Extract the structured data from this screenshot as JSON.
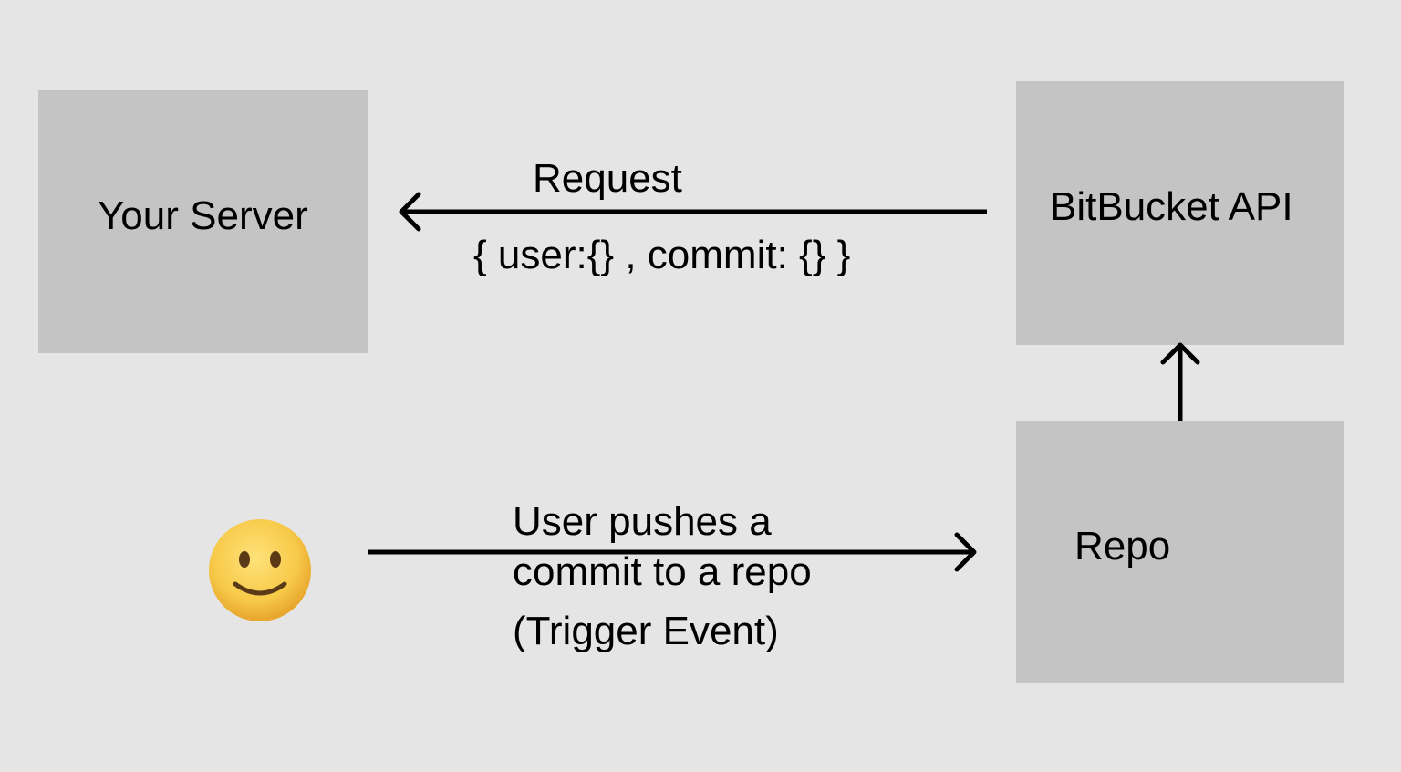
{
  "nodes": {
    "server": {
      "label": "Your Server"
    },
    "api": {
      "label": "BitBucket API"
    },
    "repo": {
      "label": "Repo"
    }
  },
  "edges": {
    "request": {
      "label": "Request",
      "payload": "{ user:{} , commit: {} }"
    },
    "push": {
      "line1": "User pushes a",
      "line2": "commit to a repo",
      "line3": "(Trigger Event)"
    }
  },
  "actor": {
    "icon": "smiling-face-icon"
  },
  "colors": {
    "background": "#e5e5e5",
    "box": "#c4c4c4",
    "line": "#000000",
    "emoji_face": "#f7c948"
  }
}
